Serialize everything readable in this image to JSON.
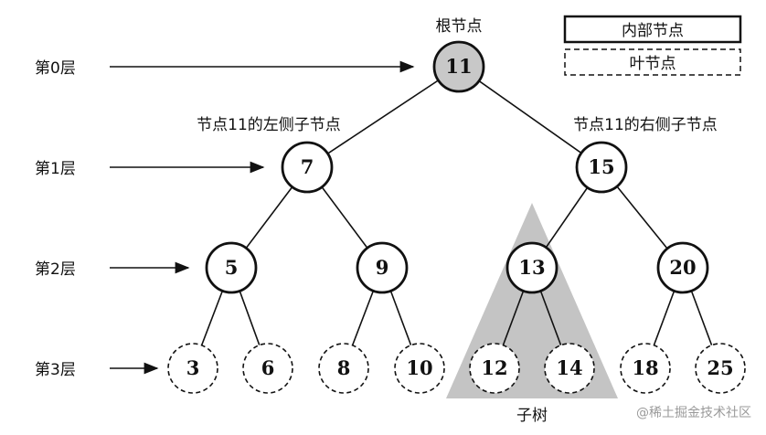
{
  "title": "根节点",
  "legend": {
    "internal": "内部节点",
    "leaf": "叶节点"
  },
  "levels": [
    "第0层",
    "第1层",
    "第2层",
    "第3层"
  ],
  "annotations": {
    "left_child": "节点11的左侧子节点",
    "right_child": "节点11的右侧子节点",
    "subtree": "子树"
  },
  "nodes": [
    {
      "id": "n11",
      "label": "11",
      "kind": "root"
    },
    {
      "id": "n7",
      "label": "7",
      "kind": "internal"
    },
    {
      "id": "n15",
      "label": "15",
      "kind": "internal"
    },
    {
      "id": "n5",
      "label": "5",
      "kind": "internal"
    },
    {
      "id": "n9",
      "label": "9",
      "kind": "internal"
    },
    {
      "id": "n13",
      "label": "13",
      "kind": "internal"
    },
    {
      "id": "n20",
      "label": "20",
      "kind": "internal"
    },
    {
      "id": "n3",
      "label": "3",
      "kind": "leaf"
    },
    {
      "id": "n6",
      "label": "6",
      "kind": "leaf"
    },
    {
      "id": "n8",
      "label": "8",
      "kind": "leaf"
    },
    {
      "id": "n10",
      "label": "10",
      "kind": "leaf"
    },
    {
      "id": "n12",
      "label": "12",
      "kind": "leaf"
    },
    {
      "id": "n14",
      "label": "14",
      "kind": "leaf"
    },
    {
      "id": "n18",
      "label": "18",
      "kind": "leaf"
    },
    {
      "id": "n25",
      "label": "25",
      "kind": "leaf"
    }
  ],
  "edges": [
    [
      "n11",
      "n7"
    ],
    [
      "n11",
      "n15"
    ],
    [
      "n7",
      "n5"
    ],
    [
      "n7",
      "n9"
    ],
    [
      "n15",
      "n13"
    ],
    [
      "n15",
      "n20"
    ],
    [
      "n5",
      "n3"
    ],
    [
      "n5",
      "n6"
    ],
    [
      "n9",
      "n8"
    ],
    [
      "n9",
      "n10"
    ],
    [
      "n13",
      "n12"
    ],
    [
      "n13",
      "n14"
    ],
    [
      "n20",
      "n18"
    ],
    [
      "n20",
      "n25"
    ]
  ],
  "watermark": "@稀土掘金技术社区",
  "colors": {
    "root_fill": "#c8c8c8",
    "subtree_fill": "#c4c4c4",
    "stroke": "#111111"
  }
}
